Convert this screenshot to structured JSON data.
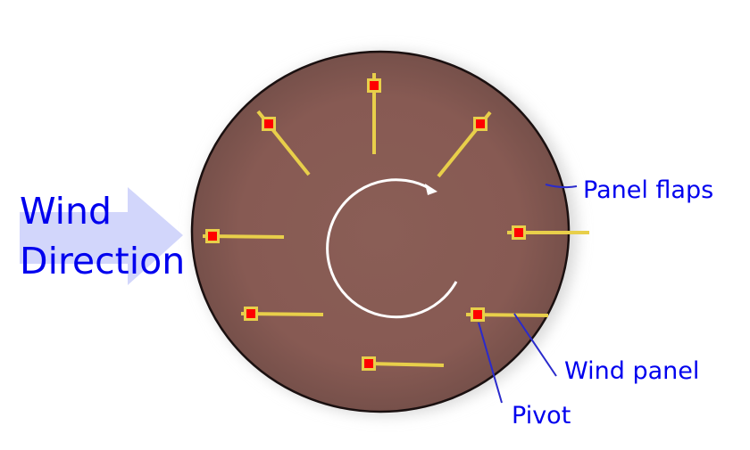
{
  "labels": {
    "wind_direction_line1": "Wind",
    "wind_direction_line2": "Direction",
    "panel_flaps": "Panel flaps",
    "wind_panel": "Wind panel",
    "pivot": "Pivot"
  },
  "colors": {
    "label_text": "#0000ee",
    "leader_line": "#2a2acc",
    "wind_arrow": "#d2d6fb",
    "disc": "#875a53",
    "disc_edge": "#1a1010",
    "panel": "#e8cf4a",
    "pivot": "#ff0000",
    "rotation_arrow": "#ffffff"
  },
  "panel_count": 8
}
